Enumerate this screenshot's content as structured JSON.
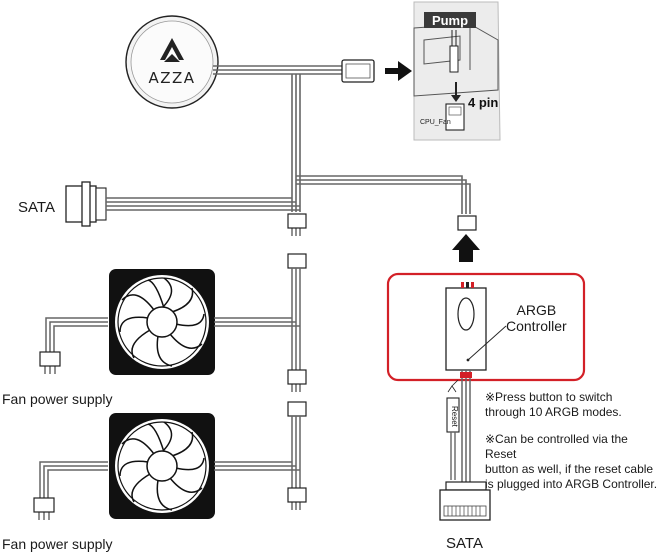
{
  "brand": {
    "logo_text": "AZZA"
  },
  "inset": {
    "pump_label": "Pump",
    "pin_label": "4 pin",
    "header_label": "CPU_Fan"
  },
  "labels": {
    "sata_left": "SATA",
    "sata_bottom": "SATA",
    "fan_supply_1": "Fan power supply",
    "fan_supply_2": "Fan power supply",
    "controller": "ARGB\nController",
    "reset": "Reset"
  },
  "notes": {
    "note_1": "※Press button to switch\n   through 10 ARGB modes.",
    "note_2": "※Can be controlled via the Reset\n   button as well, if the reset cable\n   is plugged into ARGB Controller."
  },
  "colors": {
    "highlight": "#d32027",
    "line": "#1a1a1a",
    "inset_bg": "#ececec",
    "wire": "#6b6b6b"
  }
}
